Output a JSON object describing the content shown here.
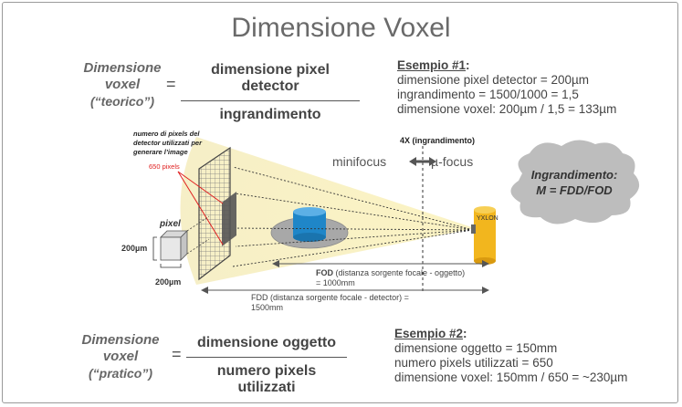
{
  "title": "Dimensione Voxel",
  "theoretical": {
    "lhs_line1": "Dimensione",
    "lhs_line2": "voxel",
    "lhs_line3": "(“teorico”)",
    "equals": "=",
    "numerator": "dimensione pixel detector",
    "denominator": "ingrandimento"
  },
  "example1": {
    "heading": "Esempio #1",
    "colon": ":",
    "lines": [
      "dimensione pixel detector = 200µm",
      "ingrandimento = 1500/1000 = 1,5",
      "dimensione voxel: 200µm / 1,5 = 133µm"
    ]
  },
  "practical": {
    "lhs_line1": "Dimensione",
    "lhs_line2": "voxel",
    "lhs_line3": "(“pratico”)",
    "equals": "=",
    "numerator": "dimensione oggetto",
    "denominator": "numero pixels utilizzati"
  },
  "example2": {
    "heading": "Esempio #2",
    "colon": ":",
    "lines": [
      "dimensione oggetto = 150mm",
      "numero pixels utilizzati = 650",
      "dimensione voxel: 150mm / 650 = ~230µm"
    ]
  },
  "diagram": {
    "detector_note_l1": "numero di pixels del",
    "detector_note_l2": "detector utilizzati per",
    "detector_note_l3": "generare l’image",
    "pixels_count": "650 pixels",
    "pixel_label": "pixel",
    "pixel_height": "200µm",
    "pixel_width": "200µm",
    "magnification_label": "4X (ingrandimento)",
    "minifocus": "minifocus",
    "mufocus": "µ-focus",
    "cloud_l1": "Ingrandimento:",
    "cloud_l2": "M = FDD/FOD",
    "source_brand": "YXLON",
    "fod_bold": "FOD",
    "fod_rest": " (distanza sorgente focale - oggetto)",
    "fod_value": "= 1000mm",
    "fdd_l1": "FDD (distanza sorgente focale - detector) =",
    "fdd_l2": "1500mm"
  },
  "colors": {
    "beam": "#f7f0c6",
    "object_blue": "#1f86c8",
    "source_orange": "#f2b61e",
    "cloud": "#bdbdbd",
    "red_label": "#e02020"
  }
}
